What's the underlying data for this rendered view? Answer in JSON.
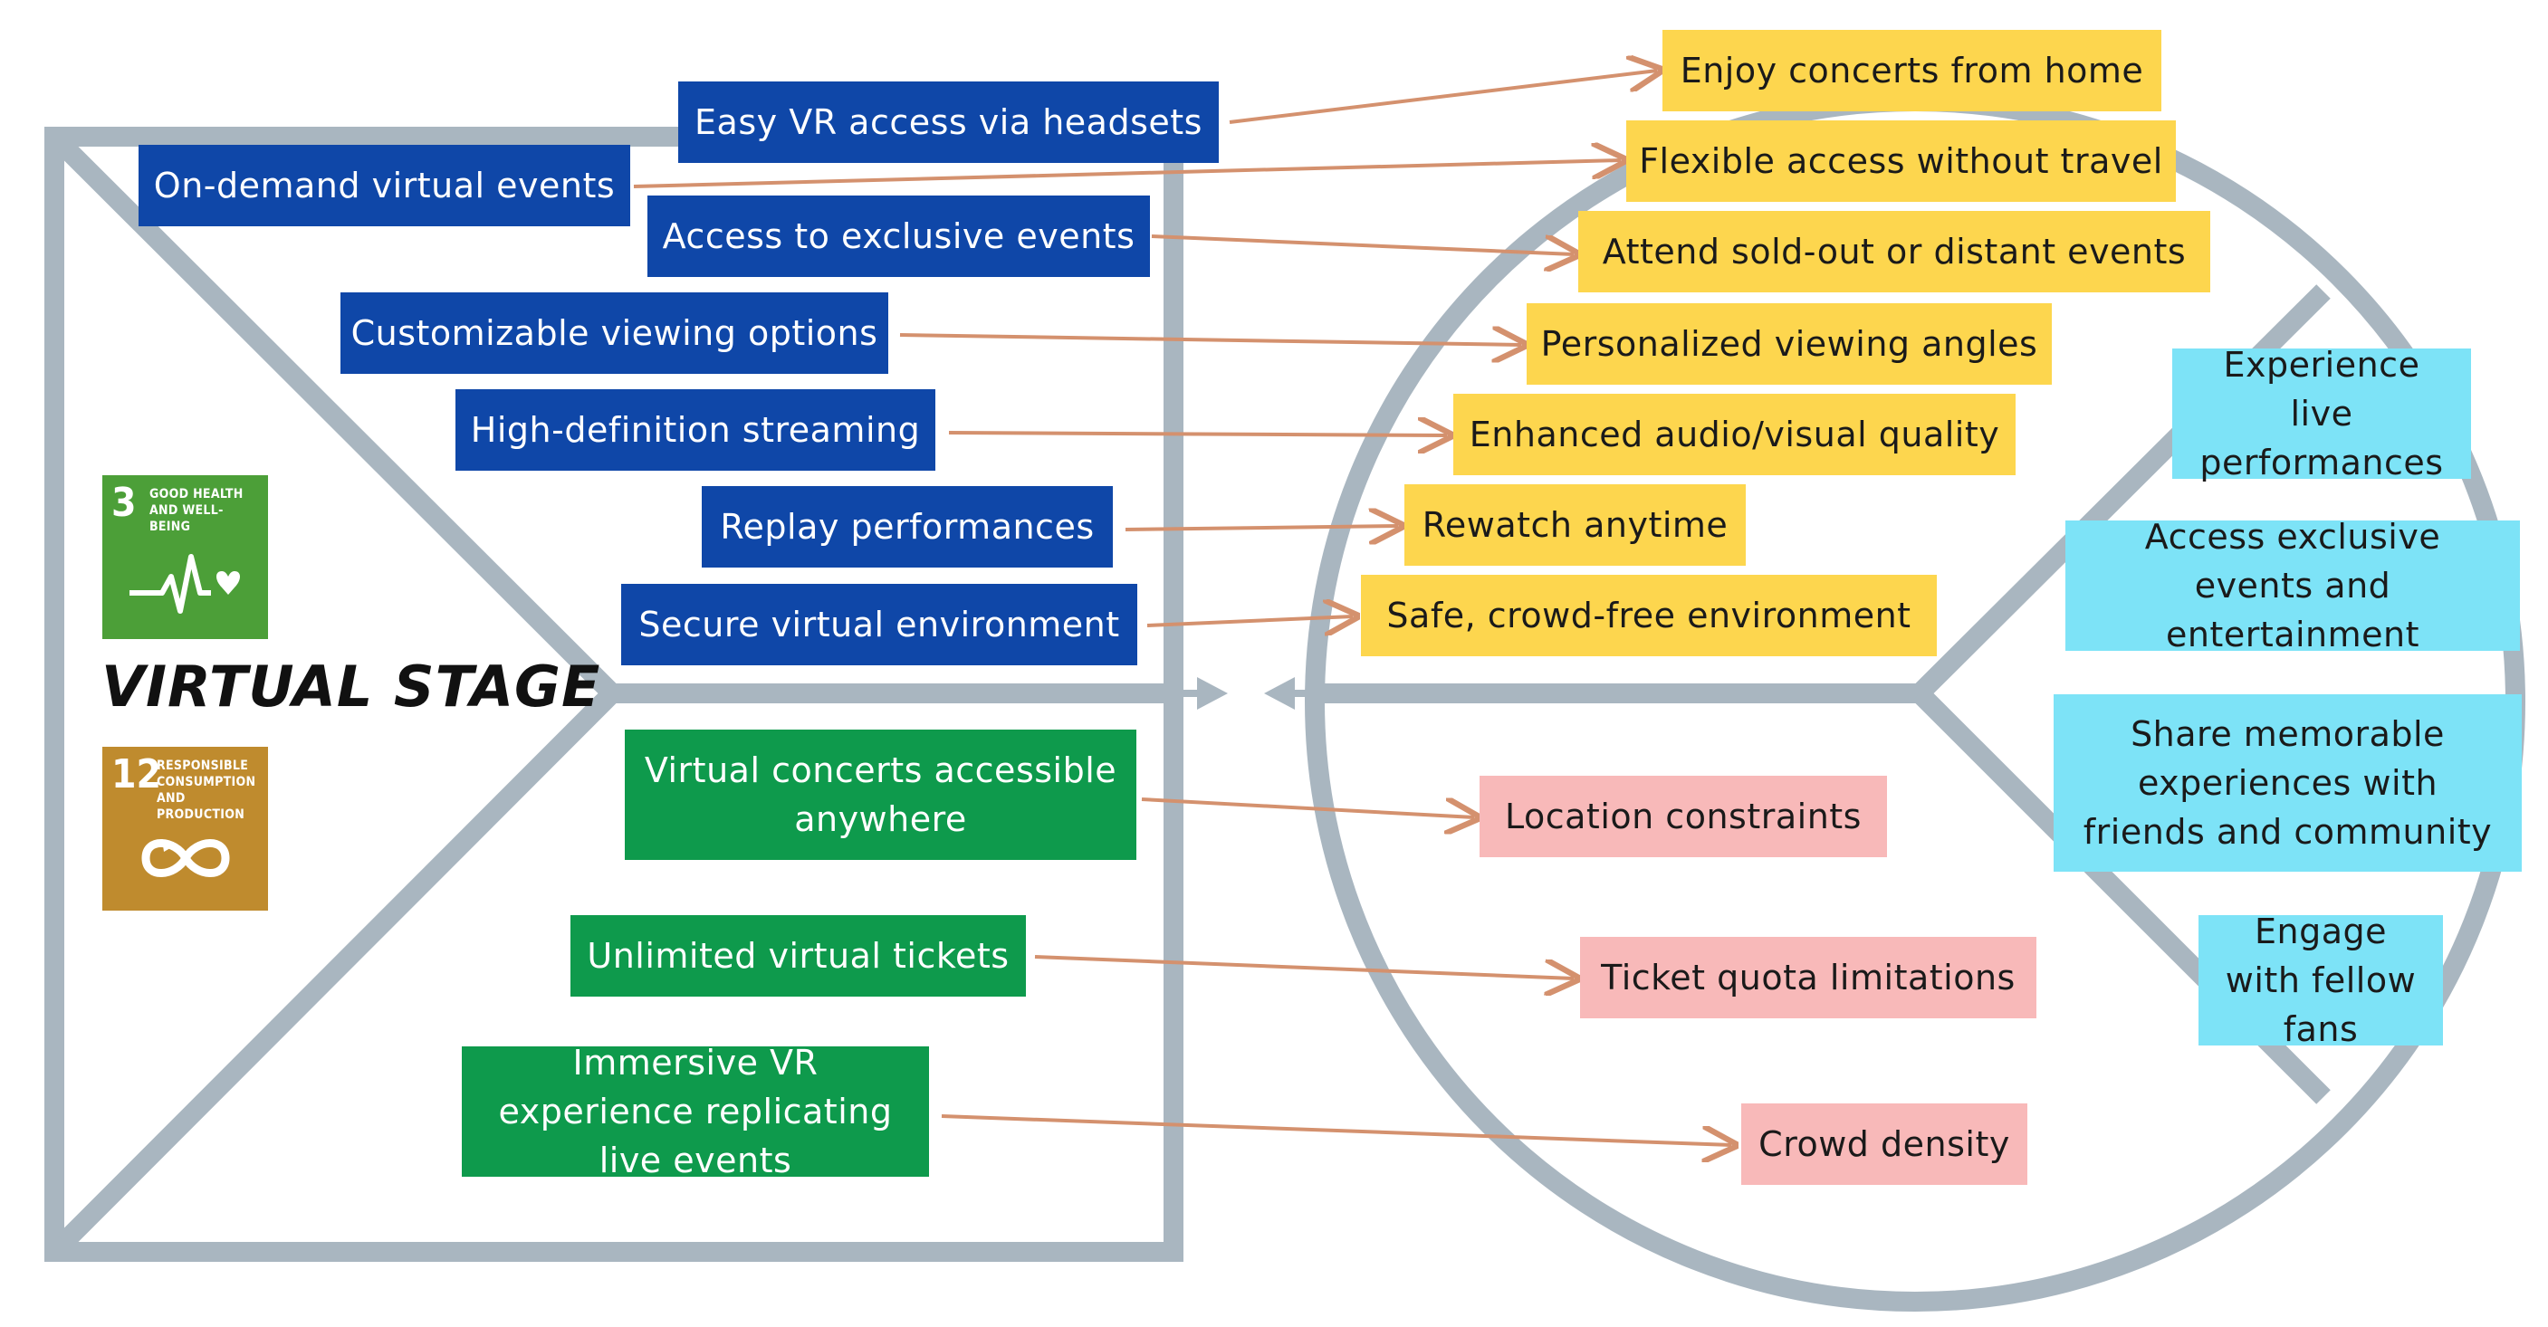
{
  "title": "VIRTUAL STAGE",
  "sdg_badges": [
    {
      "number": "3",
      "text": "GOOD HEALTH AND WELL-BEING",
      "color": "#4c9f38"
    },
    {
      "number": "12",
      "text": "RESPONSIBLE CONSUMPTION AND PRODUCTION",
      "color": "#bf8b2e"
    }
  ],
  "products_services": [
    "Easy VR access via headsets",
    "On-demand virtual events",
    "Access to exclusive events",
    "Customizable viewing options",
    "High-definition streaming",
    "Replay performances",
    "Secure virtual environment"
  ],
  "pain_relievers": [
    "Virtual concerts accessible anywhere",
    "Unlimited virtual tickets",
    "Immersive VR experience replicating live events"
  ],
  "gains": [
    "Enjoy concerts from home",
    "Flexible access without travel",
    "Attend sold-out or distant events",
    "Personalized viewing angles",
    "Enhanced audio/visual quality",
    "Rewatch anytime",
    "Safe, crowd-free environment"
  ],
  "pains": [
    "Location constraints",
    "Ticket quota limitations",
    "Crowd density"
  ],
  "customer_jobs": [
    "Experience live performances",
    "Access exclusive events and entertainment",
    "Share memorable experiences with friends and community",
    "Engage with fellow fans"
  ],
  "colors": {
    "frame": "#a9b6c0",
    "arrow": "#d4916e",
    "products": "#0f47a8",
    "relievers": "#0e9a4c",
    "gains": "#fdd64e",
    "pains": "#f8b9b9",
    "jobs": "#7de3f7"
  }
}
